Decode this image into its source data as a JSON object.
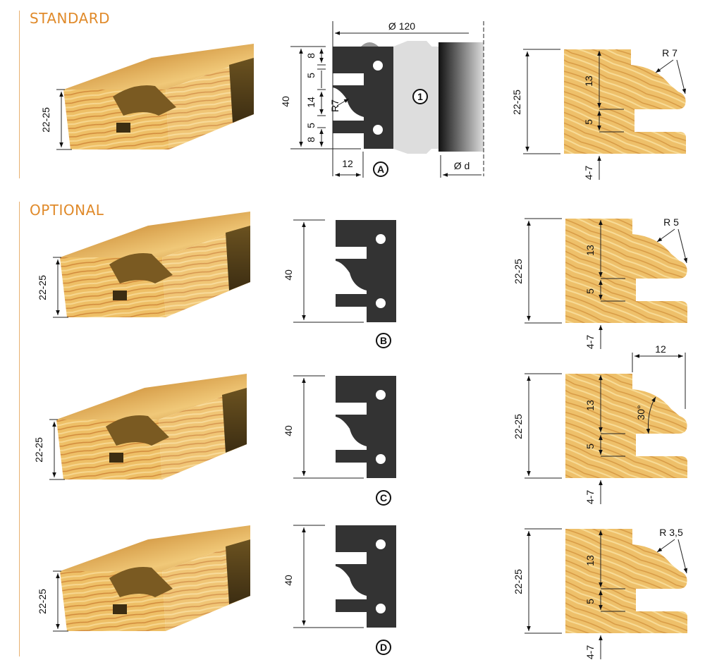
{
  "sections": {
    "standard": "STANDARD",
    "optional": "OPTIONAL"
  },
  "colors": {
    "accent": "#e08a2a",
    "knife": "#333333",
    "wood": "#e7b552"
  },
  "rows": [
    {
      "id": "A",
      "block_dim": "22-25",
      "knife_label": "A",
      "knife_dims": {
        "total": "40",
        "parts": [
          "8",
          "5",
          "14",
          "5",
          "8"
        ],
        "radius": "R7",
        "width": "12",
        "bore": "Ø 120",
        "inner": "Ø d",
        "body": "1"
      },
      "profile": {
        "height": "22-25",
        "upper": "13",
        "groove": "5",
        "below": "4-7",
        "note": "R 7"
      }
    },
    {
      "id": "B",
      "block_dim": "22-25",
      "knife_label": "B",
      "knife_dims": {
        "total": "40"
      },
      "profile": {
        "height": "22-25",
        "upper": "13",
        "groove": "5",
        "below": "4-7",
        "note": "R 5"
      }
    },
    {
      "id": "C",
      "block_dim": "22-25",
      "knife_label": "C",
      "knife_dims": {
        "total": "40"
      },
      "profile": {
        "height": "22-25",
        "upper": "13",
        "groove": "5",
        "below": "4-7",
        "angle": "30°",
        "width": "12"
      }
    },
    {
      "id": "D",
      "block_dim": "22-25",
      "knife_label": "D",
      "knife_dims": {
        "total": "40"
      },
      "profile": {
        "height": "22-25",
        "upper": "13",
        "groove": "5",
        "below": "4-7",
        "note": "R 3,5"
      }
    }
  ]
}
